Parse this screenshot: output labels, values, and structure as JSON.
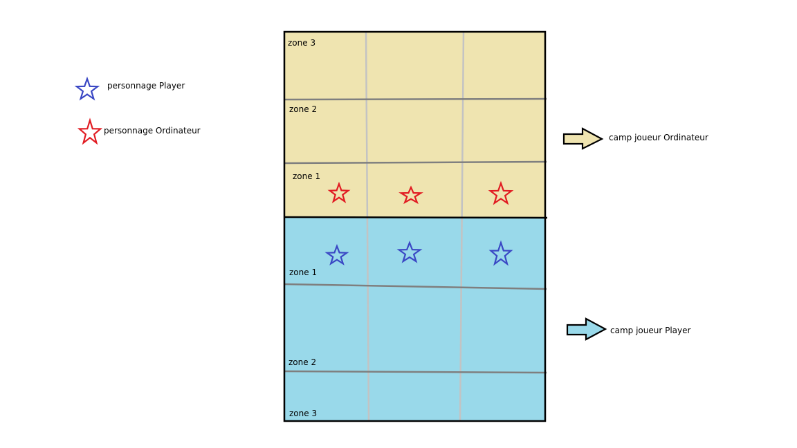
{
  "legend": {
    "player_label": "personnage Player",
    "computer_label": "personnage Ordinateur"
  },
  "arrows": {
    "computer_camp": "camp joueur Ordinateur",
    "player_camp": "camp joueur Player"
  },
  "computer_camp": {
    "zones": [
      "zone 3",
      "zone 2",
      "zone 1"
    ],
    "color": "#efe4b0"
  },
  "player_camp": {
    "zones": [
      "zone 1",
      "zone 2",
      "zone 3"
    ],
    "color": "#99d9ea"
  },
  "colors": {
    "player_star": "#3a47c4",
    "computer_star": "#e11b22",
    "grid_line": "#7f7f7f",
    "column_line": "#c3c3c3"
  },
  "icons": [
    "star-outline-blue",
    "star-outline-red",
    "arrow-right-beige",
    "arrow-right-blue"
  ]
}
